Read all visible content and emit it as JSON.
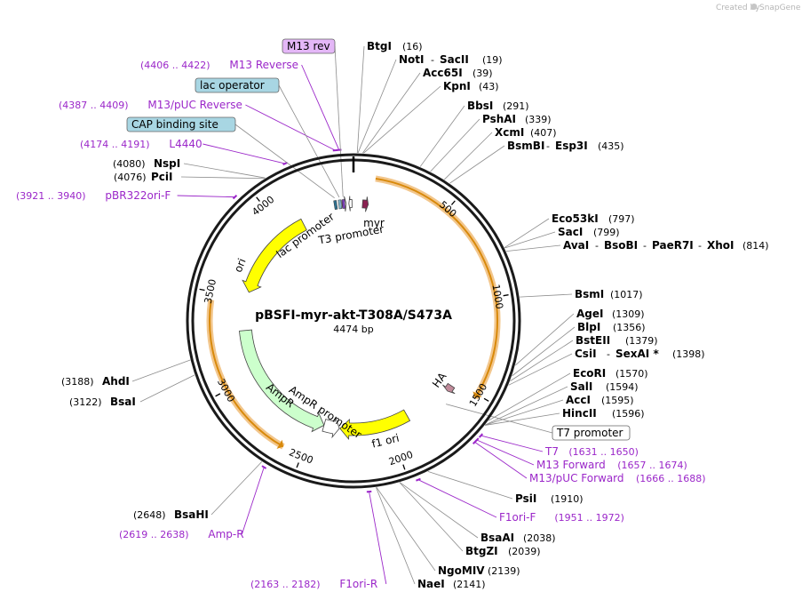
{
  "credit": {
    "prefix": "Created by",
    "brand": "SnapGene"
  },
  "plasmid": {
    "name": "pBSFI-myr-akt-T308A/S473A",
    "length": 4474,
    "length_label": "4474 bp"
  },
  "ticks": [
    "500",
    "1000",
    "1500",
    "2000",
    "2500",
    "3000",
    "3500",
    "4000"
  ],
  "features": [
    {
      "label": "ori",
      "start": 3545,
      "end": 4135,
      "direction": "reverse",
      "color": "#ffff00",
      "ring": 0
    },
    {
      "label": "AmpR",
      "start": 2433,
      "end": 3293,
      "direction": "reverse",
      "color": "#ccffcc",
      "ring": 0
    },
    {
      "label": "AmpR promoter",
      "start": 2330,
      "end": 2433,
      "direction": "reverse",
      "color": "#ffffff",
      "ring": 0
    },
    {
      "label": "f1 ori",
      "start": 1870,
      "end": 2326,
      "direction": "forward",
      "color": "#ffff00",
      "ring": 0
    },
    {
      "label": "HA",
      "start": 1535,
      "end": 1575,
      "direction": "forward",
      "color": "#c08a9a",
      "ring": 1
    },
    {
      "label": "myr",
      "start": 55,
      "end": 90,
      "direction": "forward",
      "color": "#8b2252",
      "ring": 1
    },
    {
      "label": "lac promoter",
      "start": 4405,
      "end": 4430,
      "direction": "forward",
      "color": "#ffffff",
      "ring": 1
    },
    {
      "label": "T3 promoter",
      "start": 4446,
      "end": 4465,
      "direction": "reverse",
      "color": "#ffffff",
      "ring": 1
    }
  ],
  "orfs": [
    {
      "start": 110,
      "end": 1520,
      "direction": "forward"
    },
    {
      "start": 2600,
      "end": 3460,
      "direction": "reverse"
    }
  ],
  "sites": [
    {
      "name": "BtgI",
      "pos": "(16)",
      "at": 16
    },
    {
      "name": "NotI - SacII",
      "pos": "(19)",
      "at": 19
    },
    {
      "name": "Acc65I",
      "pos": "(39)",
      "at": 39
    },
    {
      "name": "KpnI",
      "pos": "(43)",
      "at": 43
    },
    {
      "name": "BbsI",
      "pos": "(291)",
      "at": 291
    },
    {
      "name": "PshAI",
      "pos": "(339)",
      "at": 339
    },
    {
      "name": "XcmI",
      "pos": "(407)",
      "at": 407
    },
    {
      "name": "BsmBI - Esp3I",
      "pos": "(435)",
      "at": 435
    },
    {
      "name": "Eco53kI",
      "pos": "(797)",
      "at": 797
    },
    {
      "name": "SacI",
      "pos": "(799)",
      "at": 799
    },
    {
      "name": "AvaI - BsoBI - PaeR7I - XhoI",
      "pos": "(814)",
      "at": 814
    },
    {
      "name": "BsmI",
      "pos": "(1017)",
      "at": 1017
    },
    {
      "name": "AgeI",
      "pos": "(1309)",
      "at": 1309
    },
    {
      "name": "BlpI",
      "pos": "(1356)",
      "at": 1356
    },
    {
      "name": "BstEII",
      "pos": "(1379)",
      "at": 1379
    },
    {
      "name": "CsiI - SexAI *",
      "pos": "(1398)",
      "at": 1398
    },
    {
      "name": "EcoRI",
      "pos": "(1570)",
      "at": 1570
    },
    {
      "name": "SalI",
      "pos": "(1594)",
      "at": 1594
    },
    {
      "name": "AccI",
      "pos": "(1595)",
      "at": 1595
    },
    {
      "name": "HincII",
      "pos": "(1596)",
      "at": 1596
    },
    {
      "name": "PsiI",
      "pos": "(1910)",
      "at": 1910
    },
    {
      "name": "BsaAI",
      "pos": "(2038)",
      "at": 2038
    },
    {
      "name": "BtgZI",
      "pos": "(2039)",
      "at": 2039
    },
    {
      "name": "NgoMIV",
      "pos": "(2139)",
      "at": 2139
    },
    {
      "name": "NaeI",
      "pos": "(2141)",
      "at": 2141
    },
    {
      "name": "BsaHI",
      "pos": "(2648)",
      "at": 2648
    },
    {
      "name": "BsaI",
      "pos": "(3122)",
      "at": 3122
    },
    {
      "name": "AhdI",
      "pos": "(3188)",
      "at": 3188
    },
    {
      "name": "PciI",
      "pos": "(4076)",
      "at": 4076
    },
    {
      "name": "NspI",
      "pos": "(4080)",
      "at": 4080
    }
  ],
  "primers": [
    {
      "name": "T7",
      "range": "(1631 .. 1650)",
      "at": 1640
    },
    {
      "name": "M13 Forward",
      "range": "(1657 .. 1674)",
      "at": 1665
    },
    {
      "name": "M13/pUC Forward",
      "range": "(1666 .. 1688)",
      "at": 1677
    },
    {
      "name": "F1ori-F",
      "range": "(1951 .. 1972)",
      "at": 1961
    },
    {
      "name": "F1ori-R",
      "range": "(2163 .. 2182)",
      "at": 2172
    },
    {
      "name": "Amp-R",
      "range": "(2619 .. 2638)",
      "at": 2628
    },
    {
      "name": "pBR322ori-F",
      "range": "(3921 .. 3940)",
      "at": 3930
    },
    {
      "name": "L4440",
      "range": "(4174 .. 4191)",
      "at": 4182
    },
    {
      "name": "M13/pUC Reverse",
      "range": "(4387 .. 4409)",
      "at": 4398
    },
    {
      "name": "M13 Reverse",
      "range": "(4406 .. 4422)",
      "at": 4414
    }
  ],
  "boxed_labels": [
    {
      "text": "M13 rev",
      "fill": "#e4b7f7",
      "at": 4414
    },
    {
      "text": "lac operator",
      "fill": "#a8d6e3",
      "at": 4392
    },
    {
      "text": "CAP binding site",
      "fill": "#a8d6e3",
      "at": 4365
    },
    {
      "text": "T7 promoter",
      "fill": "#ffffff",
      "at": 1640
    }
  ]
}
